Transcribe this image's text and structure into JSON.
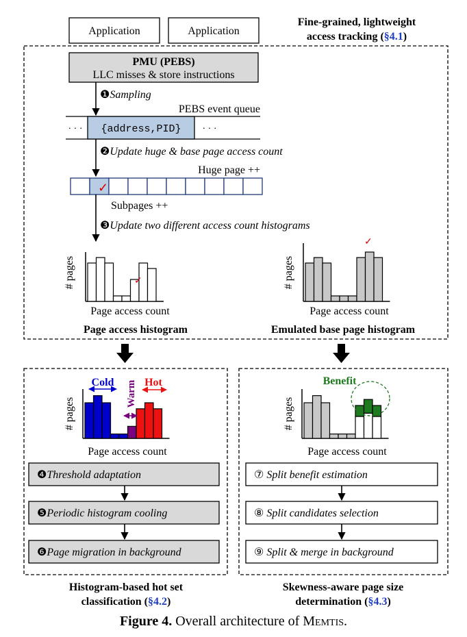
{
  "apps": [
    "Application",
    "Application"
  ],
  "header_right": {
    "line1": "Fine-grained, lightweight",
    "line2_prefix": "access tracking (",
    "line2_ref": "§4.1",
    "line2_suffix": ")"
  },
  "pmu": {
    "title": "PMU (PEBS)",
    "subtitle": "LLC misses & store instructions"
  },
  "steps": {
    "s1": {
      "num": "❶",
      "text": "Sampling"
    },
    "s2": {
      "num": "❷",
      "text": "Update huge & base page access count"
    },
    "s3": {
      "num": "❸",
      "text": "Update two different access count histograms"
    },
    "s4": {
      "num": "❹",
      "text": "Threshold adaptation"
    },
    "s5": {
      "num": "❺",
      "text": "Periodic histogram cooling"
    },
    "s6": {
      "num": "❻",
      "text": "Page migration in background"
    },
    "s7": {
      "num": "⑦",
      "text": "Split benefit estimation"
    },
    "s8": {
      "num": "⑧",
      "text": "Split candidates selection"
    },
    "s9": {
      "num": "⑨",
      "text": "Split & merge in background"
    }
  },
  "queue": {
    "label": "PEBS event queue",
    "dots_left": "· · ·",
    "entry": "{address,PID}",
    "dots_right": "· · ·"
  },
  "pages": {
    "huge_label": "Huge page ++",
    "sub_label": "Subpages ++",
    "check": "✓"
  },
  "hist_common": {
    "ylabel": "# pages",
    "xlabel": "Page access count"
  },
  "hist1": {
    "title": "Page access histogram",
    "values": [
      7,
      8,
      7,
      1,
      1,
      4,
      7,
      6
    ]
  },
  "hist2": {
    "title": "Emulated base page histogram",
    "values": [
      7,
      8,
      7,
      1,
      1,
      1,
      8,
      9,
      8
    ]
  },
  "hist3": {
    "values": [
      6.5,
      7.8,
      6.5,
      0.8,
      0.8,
      2.2,
      5.4,
      6.5,
      5.4
    ],
    "labels": {
      "cold": "Cold",
      "warm": "Warm",
      "hot": "Hot"
    },
    "colors": {
      "cold": "#0000cc",
      "warm": "#7a0080",
      "hot": "#ee1111"
    }
  },
  "hist4": {
    "label": "Benefit",
    "values": [
      6.5,
      7.8,
      6.5,
      0.8,
      0.8,
      0.8,
      4.0,
      4.6,
      4.0
    ],
    "benefit": [
      0,
      0,
      0,
      0,
      0,
      0,
      2.0,
      2.5,
      2.0
    ],
    "colors": {
      "benefit": "#1e7a1e",
      "bar": "#c8c8c8"
    }
  },
  "bottom_left": {
    "line1": "Histogram-based hot set",
    "line2_prefix": "classification (",
    "line2_ref": "§4.2",
    "line2_suffix": ")"
  },
  "bottom_right": {
    "line1": "Skewness-aware page size",
    "line2_prefix": "determination (",
    "line2_ref": "§4.3",
    "line2_suffix": ")"
  },
  "caption": {
    "fig": "Figure 4.",
    "text": "Overall architecture of",
    "name": "Memtis",
    "end": "."
  },
  "colors": {
    "gray_box": "#d9d9d9",
    "queue_entry": "#b8cce4",
    "ref": "#1f3fbf"
  }
}
